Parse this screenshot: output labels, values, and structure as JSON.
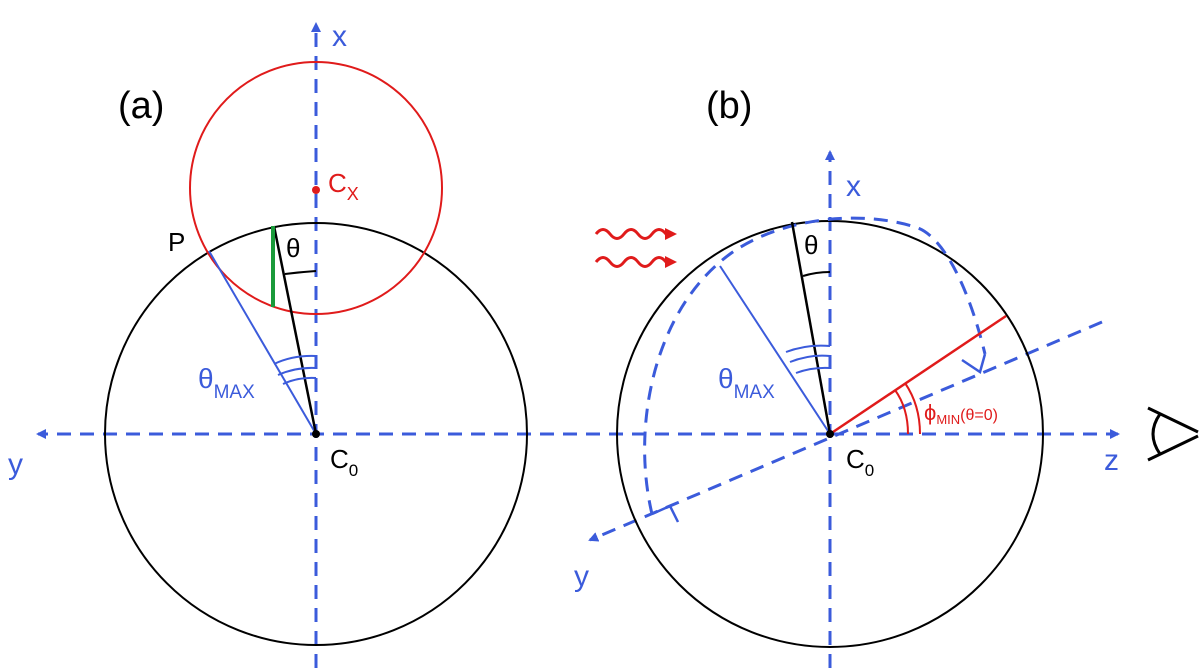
{
  "colors": {
    "axis": "#3b5bdb",
    "circle": "#000000",
    "accent": "#e01b1b",
    "green": "#1a9a3a"
  },
  "panel_a": {
    "label": "(a)",
    "axis_x": "x",
    "axis_y": "y",
    "point_p": "P",
    "center_c0_main": "C",
    "center_c0_sub": "0",
    "center_cx_main": "C",
    "center_cx_sub": "X",
    "theta": "θ",
    "theta_max_main": "θ",
    "theta_max_sub": "MAX"
  },
  "panel_b": {
    "label": "(b)",
    "axis_x": "x",
    "axis_y": "y",
    "axis_z": "z",
    "center_c0_main": "C",
    "center_c0_sub": "0",
    "theta": "θ",
    "theta_max_main": "θ",
    "theta_max_sub": "MAX",
    "phi_main": "ϕ",
    "phi_sub": "MIN",
    "phi_arg": "(θ=0)"
  }
}
